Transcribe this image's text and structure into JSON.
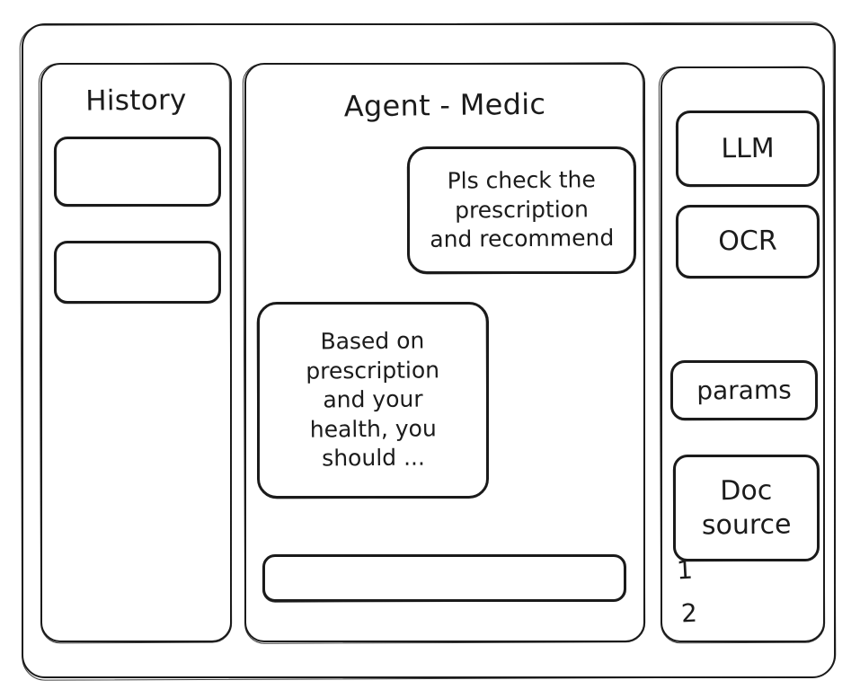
{
  "frame": {
    "name": "app-window",
    "style": "hand-drawn-wireframe",
    "stroke_color": "#1b1b1b",
    "background_color": "#ffffff"
  },
  "sidebar_history": {
    "title": "History",
    "items": [
      {
        "label": ""
      },
      {
        "label": ""
      }
    ]
  },
  "main": {
    "title": "Agent - Medic",
    "messages": [
      {
        "role": "user",
        "text": "Pls check the\nprescription\nand recommend"
      },
      {
        "role": "agent",
        "text": "Based on\nprescription\nand your\nhealth, you\nshould ..."
      }
    ],
    "composer": {
      "value": "",
      "placeholder": ""
    }
  },
  "sidebar_tools": {
    "buttons": [
      {
        "label": "LLM"
      },
      {
        "label": "OCR"
      },
      {
        "label": "params"
      },
      {
        "label": "Doc\nsource"
      }
    ],
    "doc_sources": [
      {
        "index": "1"
      },
      {
        "index": "2"
      }
    ]
  }
}
